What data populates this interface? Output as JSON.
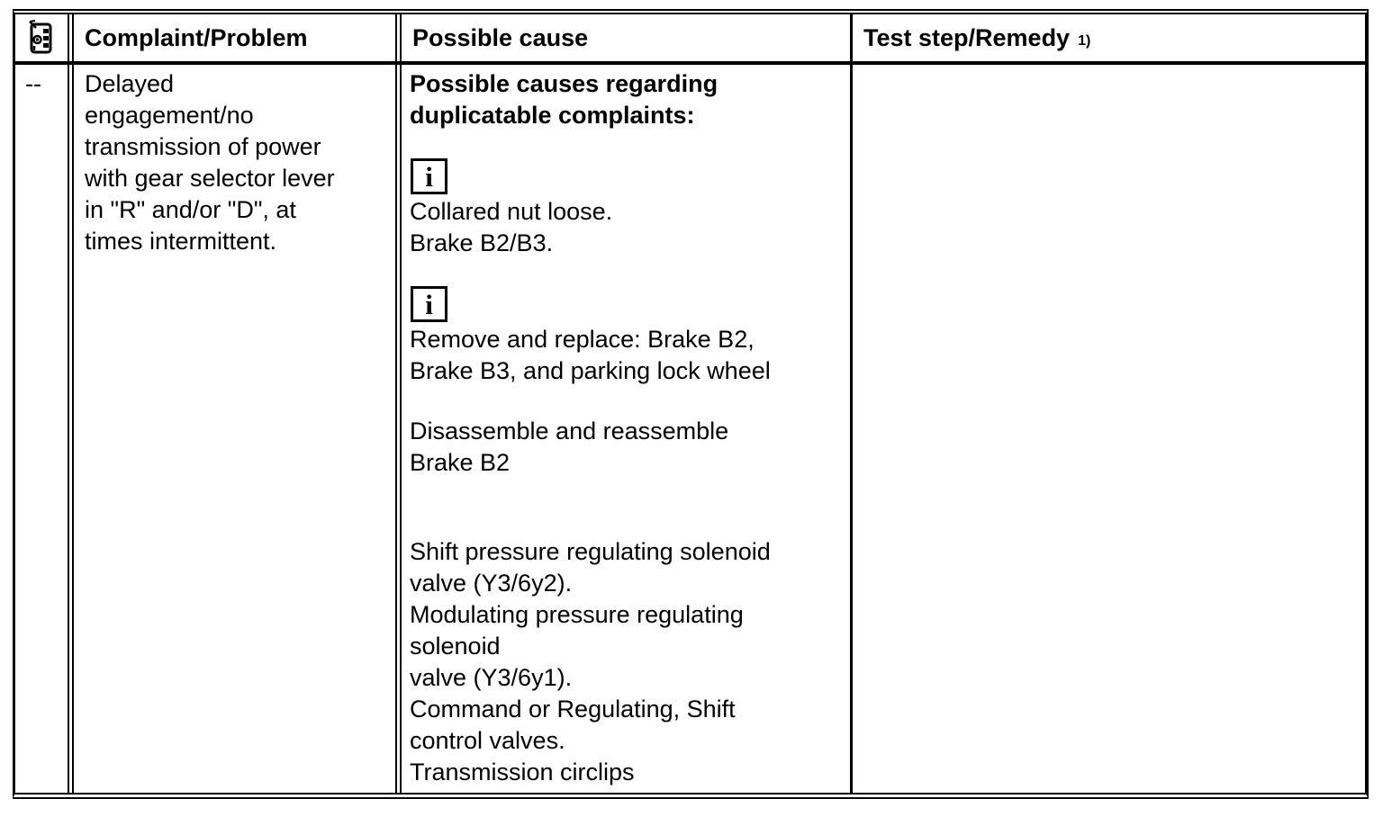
{
  "page": {
    "background_color": "#ffffff",
    "text_color": "#000000",
    "border_color": "#000000"
  },
  "header": {
    "icon": "diagnostic-tester-icon",
    "complaint_label": "Complaint/Problem",
    "cause_label": "Possible cause",
    "remedy_label": "Test step/Remedy",
    "remedy_footnote": "1)"
  },
  "row": {
    "code": "--",
    "complaint": "Delayed\nengagement/no\ntransmission of power\nwith gear selector lever\nin \"R\" and/or \"D\", at\ntimes intermittent.",
    "cause": {
      "intro": "Possible causes regarding\nduplicatable complaints:",
      "info_icon": "info-icon",
      "info_glyph": "i",
      "note1": "Collared nut loose.\nBrake B2/B3.",
      "note2": "Remove and replace: Brake B2,\nBrake B3, and parking lock wheel",
      "para1": "Disassemble and reassemble\nBrake B2",
      "para2": "Shift pressure regulating solenoid\nvalve (Y3/6y2).\nModulating pressure regulating\nsolenoid\nvalve (Y3/6y1).\nCommand or Regulating, Shift\ncontrol valves.\nTransmission circlips"
    },
    "remedy": ""
  }
}
